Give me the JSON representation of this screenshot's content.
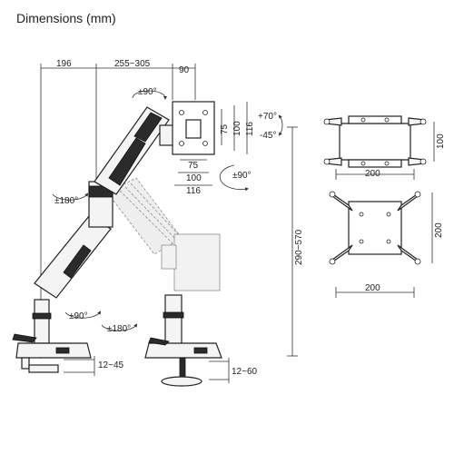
{
  "title": "Dimensions (mm)",
  "labels": {
    "reach_base": "196",
    "reach_mid": "255~305",
    "reach_head": "90",
    "tilt_up": "+70°",
    "tilt_down": "-45°",
    "swivel_head_top": "±90°",
    "swivel_head_right": "±90°",
    "elbow_rotation": "±180°",
    "base_swivel": "±90°",
    "base_rotation": "±180°",
    "vesa_v75": "75",
    "vesa_v100": "100",
    "vesa_v116": "116",
    "vesa_h75": "75",
    "vesa_h100": "100",
    "vesa_h116": "116",
    "height_range": "290~570",
    "clamp_thickness": "12~45",
    "grommet_thickness": "12~60",
    "adapter_top_width": "200",
    "adapter_top_height": "100",
    "adapter_bottom_width": "200",
    "adapter_bottom_height": "200"
  }
}
